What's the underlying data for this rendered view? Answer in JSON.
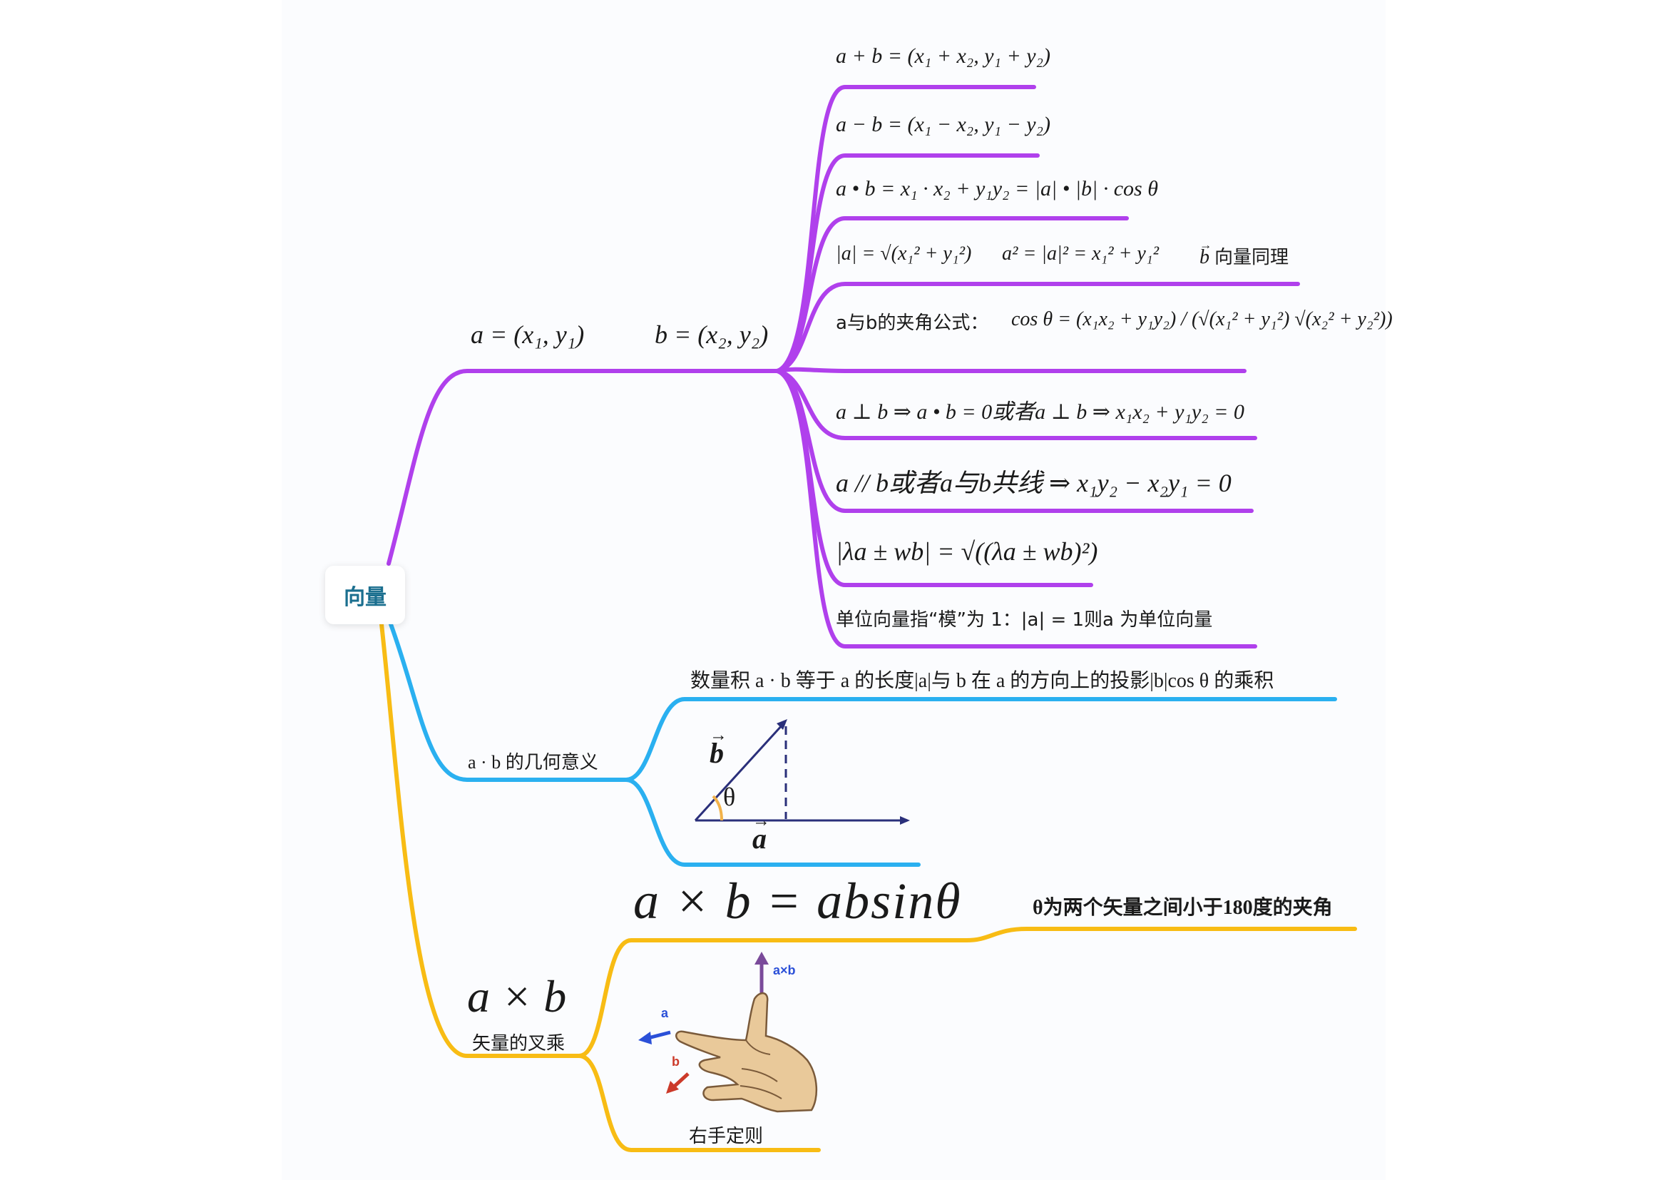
{
  "root": {
    "label": "向量"
  },
  "colors": {
    "purple": "#b040ec",
    "blue": "#2ab0f0",
    "gold": "#f8bc14",
    "root_text": "#1b6f8f"
  },
  "branch_coord": {
    "vec_a_label": "a = (x₁, y₁)",
    "vec_b_label": "b = (x₂, y₂)",
    "formulas": {
      "sum": "a + b = (x₁ + x₂, y₁ + y₂)",
      "diff": "a − b = (x₁ − x₂, y₁ − y₂)",
      "dot": "a • b = x₁ · x₂ + y₁y₂ = |a| • |b| · cos θ",
      "mod_a": "|a| = √(x₁² + y₁²)",
      "mod_sq": "a² = |a|² = x₁² + y₁²",
      "b_same_text": "向量同理",
      "angle_text": "a与b的夹角公式：",
      "angle_formula": "cos θ = (x₁x₂ + y₁y₂) / (√(x₁² + y₁²) √(x₂² + y₂²))",
      "perp": "a ⊥ b ⇒ a • b = 0或者a ⊥ b ⇒ x₁x₂ + y₁y₂ = 0",
      "parallel": "a // b或者a与b共线 ⇒ x₁y₂ − x₂y₁ = 0",
      "lambda": "|λa ± wb| = √((λa ± wb)²)",
      "unit_text": "单位向量指“模”为 1：|a| = 1则a 为单位向量"
    }
  },
  "branch_geom": {
    "label": "a · b 的几何意义",
    "projection_text": "数量积 a · b 等于 a 的长度|a|与 b 在 a 的方向上的投影|b|cos θ 的乘积",
    "fig_b": "b",
    "fig_a": "a",
    "fig_theta": "θ"
  },
  "branch_cross": {
    "symbol": "a × b",
    "label": "矢量的叉乘",
    "formula": "a × b = absinθ",
    "note": "θ为两个矢量之间小于180度的夹角",
    "hand_caption": "右手定则",
    "hand_labels": {
      "axb": "a×b",
      "a": "a",
      "b": "b"
    }
  }
}
